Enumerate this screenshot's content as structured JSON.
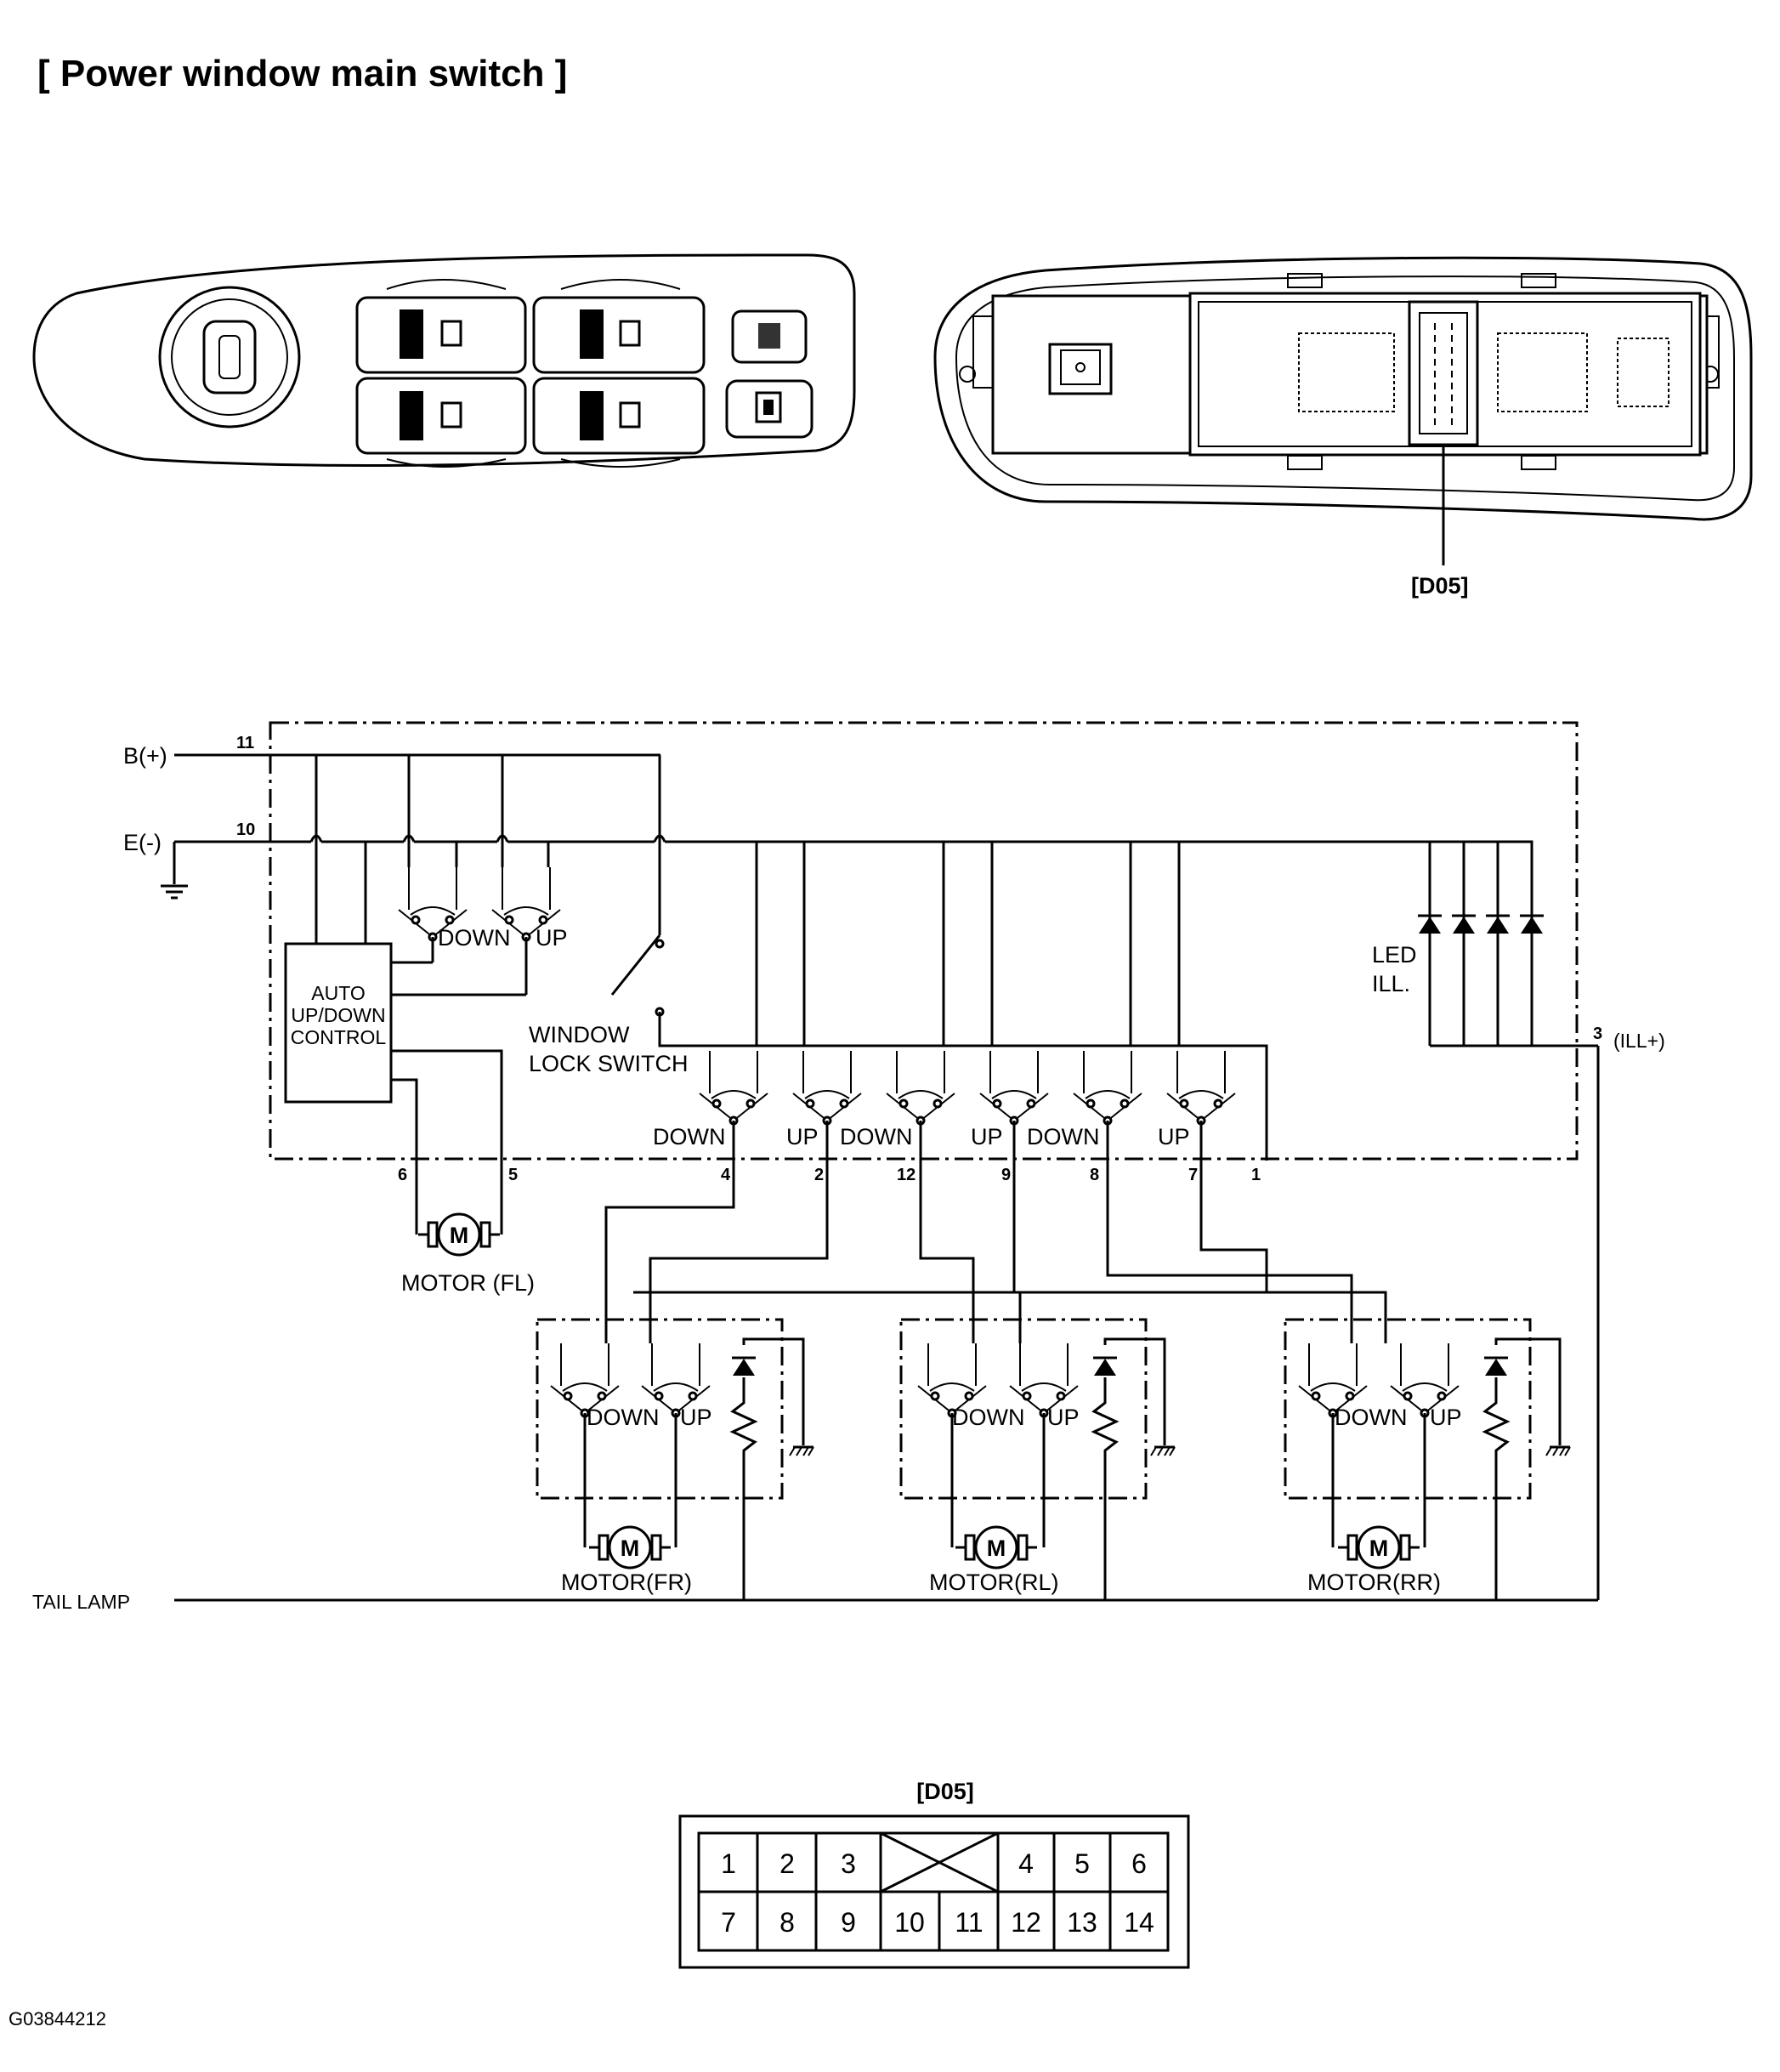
{
  "title": "[ Power window main switch ]",
  "connector_callout": "[D05]",
  "figure_code": "G03844212",
  "schematic": {
    "terminals": {
      "b_plus": "B(+)",
      "e_minus": "E(-)",
      "tail_lamp": "TAIL LAMP",
      "ill_plus": "(ILL+)"
    },
    "pins": {
      "b_plus": "11",
      "e_minus": "10",
      "ill": "3",
      "fl_motor_a": "6",
      "fl_motor_b": "5",
      "fr_down": "4",
      "fr_up": "2",
      "rl_down": "12",
      "rl_up": "9",
      "rr_down": "8",
      "rr_up": "7",
      "lock": "1"
    },
    "labels": {
      "down": "DOWN",
      "up": "UP",
      "auto_line1": "AUTO",
      "auto_line2": "UP/DOWN",
      "auto_line3": "CONTROL",
      "lock_line1": "WINDOW",
      "lock_line2": "LOCK SWITCH",
      "led_line1": "LED",
      "led_line2": "ILL.",
      "motor_symbol": "M"
    },
    "motors": {
      "fl": "MOTOR (FL)",
      "fr": "MOTOR(FR)",
      "rl": "MOTOR(RL)",
      "rr": "MOTOR(RR)"
    }
  },
  "connector": {
    "name": "[D05]",
    "top_row": [
      "1",
      "2",
      "3",
      "4",
      "5",
      "6"
    ],
    "bottom_row": [
      "7",
      "8",
      "9",
      "10",
      "11",
      "12",
      "13",
      "14"
    ]
  }
}
